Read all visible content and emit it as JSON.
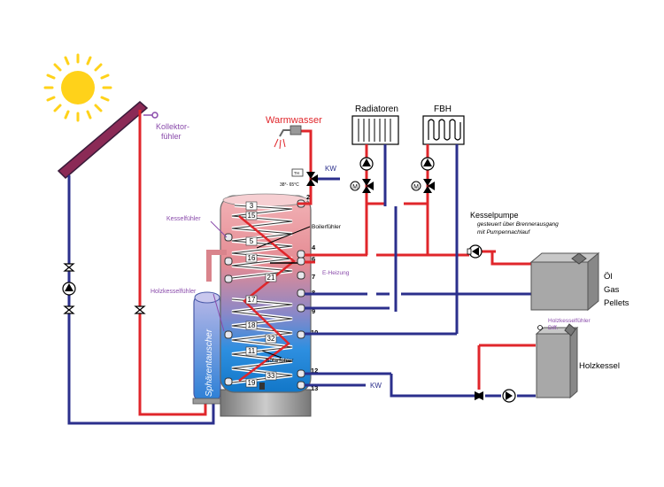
{
  "labels": {
    "warmwasser": "Warmwasser",
    "kollektor_1": "Kollektor-",
    "kollektor_2": "fühler",
    "radiatoren": "Radiatoren",
    "fbh": "FBH",
    "kw_top": "KW",
    "kw_bottom": "KW",
    "thermostat": "TH",
    "temp_range": "38°- 65°C",
    "kesselfuehler": "Kesselfühler",
    "boilerfuehler": "Boilerfühler",
    "e_heizung": "E-Heizung",
    "holzkesselfuehler": "Holzkesselfühler",
    "solarfuehler": "Solarfühler",
    "kesselpumpe": "Kesselpumpe",
    "kesselpumpe_note1": "gesteuert über Brennerausgang",
    "kesselpumpe_note2": "mit Pumpennachlauf",
    "oel": "Öl",
    "gas": "Gas",
    "pellets": "Pellets",
    "holzkessel": "Holzkessel",
    "hk_fuehler_diff_1": "Holzkesselfühler",
    "hk_fuehler_diff_2": "Diff.",
    "sphaerentauscher": "Sphärentauscher",
    "motor": "M"
  },
  "ports": [
    "2",
    "4",
    "6",
    "7",
    "8",
    "9",
    "10",
    "12",
    "13"
  ],
  "coil_numbers": [
    "3",
    "15",
    "5",
    "16",
    "21",
    "17",
    "18",
    "32",
    "11",
    "33",
    "19"
  ],
  "colors": {
    "hot": "#e0262b",
    "cold": "#2b2f8c",
    "purple": "#8a4bab",
    "tank_top": "#e88e96",
    "tank_bottom": "#1b8fd8",
    "boiler": "#a4a4a4"
  }
}
